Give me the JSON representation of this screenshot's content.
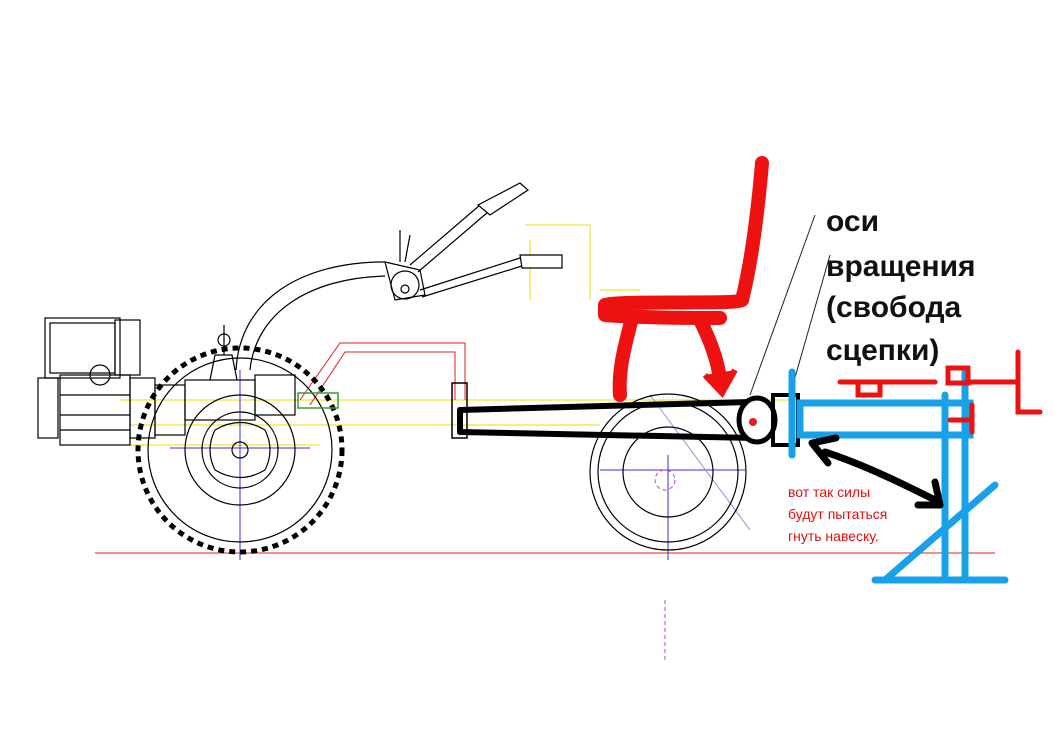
{
  "labels": {
    "axes_title_line1": "оси",
    "axes_title_line2": "вращения",
    "axes_title_line3": "(свобода",
    "axes_title_line4": "сцепки)",
    "force_note_line1": "вот так силы",
    "force_note_line2": "будут пытаться",
    "force_note_line3": "гнуть навеску."
  },
  "colors": {
    "cad_line": "#000000",
    "guide_yellow": "#e8e000",
    "guide_blue": "#3030e0",
    "guide_red": "#e02020",
    "seat_red": "#ee1111",
    "hitch_blue": "#18a0e8",
    "frame_black": "#000000",
    "note_red": "#e01010"
  },
  "icons": {
    "engine": "engine-icon",
    "wheel": "wheel-icon",
    "seat": "seat-icon",
    "hitch": "hitch-icon"
  }
}
